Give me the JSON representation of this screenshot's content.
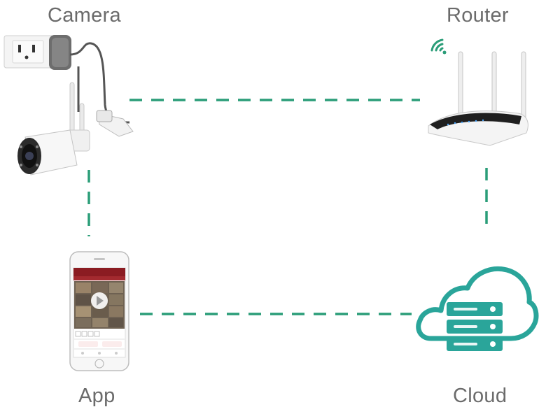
{
  "labels": {
    "camera": "Camera",
    "router": "Router",
    "app": "App",
    "cloud": "Cloud"
  },
  "colors": {
    "connector": "#2a9d78",
    "cloud": "#2aa59a",
    "label": "#6b6b6b",
    "app_red": "#8b1c22"
  },
  "icons": {
    "camera": "bullet-camera-icon",
    "router": "wifi-router-icon",
    "phone": "smartphone-app-icon",
    "cloud": "cloud-server-icon",
    "wifi": "wifi-signal-icon"
  }
}
